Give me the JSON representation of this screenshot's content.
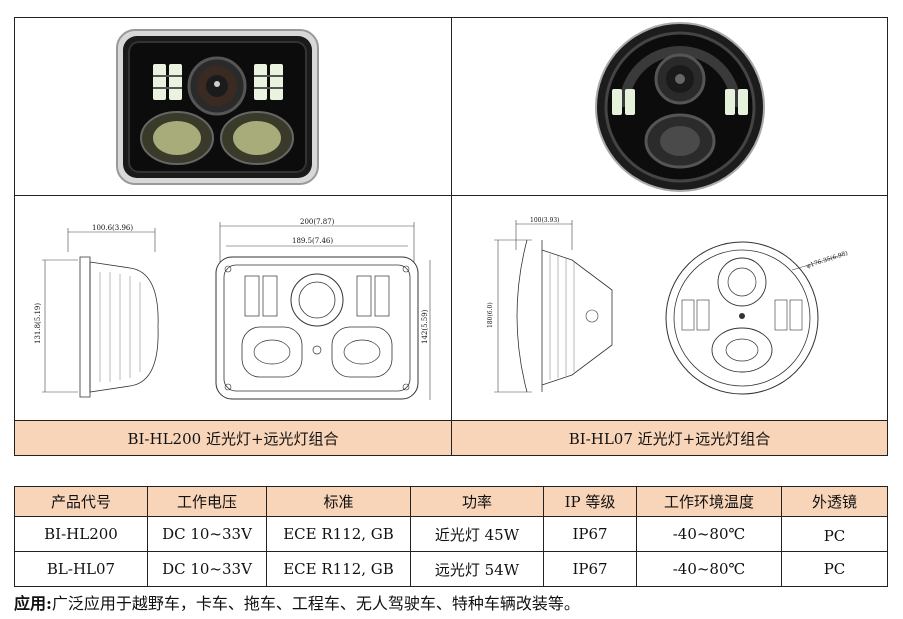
{
  "products": {
    "left_caption": "BI-HL200 近光灯+远光灯组合",
    "right_caption": "BI-HL07 近光灯+远光灯组合"
  },
  "drawings": {
    "left": {
      "dim_side_width": "100.6(3.96)",
      "dim_side_height": "131.8(5.19)",
      "dim_front_width": "200(7.87)",
      "dim_front_inner_width": "189.5(7.46)",
      "dim_front_height": "142(5.59)"
    },
    "right": {
      "dim_side_width": "100(3.93)",
      "dim_side_height": "180(6.0)",
      "dim_front_diameter": "φ176.35(6.98)"
    }
  },
  "specs": {
    "headers": [
      "产品代号",
      "工作电压",
      "标准",
      "功率",
      "IP 等级",
      "工作环境温度",
      "外透镜"
    ],
    "rows": [
      [
        "BI-HL200",
        "DC 10~33V",
        "ECE R112, GB",
        "近光灯 45W",
        "IP67",
        "-40~80℃",
        "PC"
      ],
      [
        "BL-HL07",
        "DC 10~33V",
        "ECE R112, GB",
        "远光灯 54W",
        "IP67",
        "-40~80℃",
        "PC"
      ]
    ]
  },
  "application": {
    "label": "应用:",
    "text": "广泛应用于越野车，卡车、拖车、工程车、无人驾驶车、特种车辆改装等。"
  },
  "colors": {
    "header_fill": "#f8d4b8",
    "border": "#222222"
  }
}
